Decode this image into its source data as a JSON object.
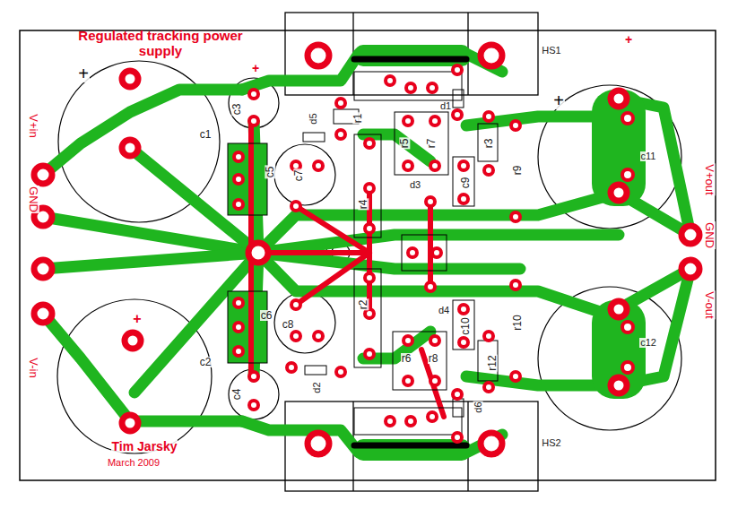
{
  "diagram": {
    "title": "Regulated tracking power supply",
    "labels": [
      "+",
      "c1",
      "+",
      "c2",
      "+",
      "c3",
      "c4",
      "c5",
      "c6",
      "c7",
      "c8",
      "r1",
      "r2",
      "r3",
      "r4",
      "r5",
      "r6",
      "r7",
      "r8",
      "r9",
      "r10",
      "r12",
      "d1",
      "d2",
      "d3",
      "d4",
      "d5",
      "d6",
      "c9",
      "c10",
      "c11",
      "c12",
      "HS1",
      "HS2",
      "+",
      "+",
      "V+out",
      "GND",
      "V-out",
      "V+in",
      "GND",
      "V-in",
      "Tim Jarsky",
      "March 2009"
    ]
  }
}
